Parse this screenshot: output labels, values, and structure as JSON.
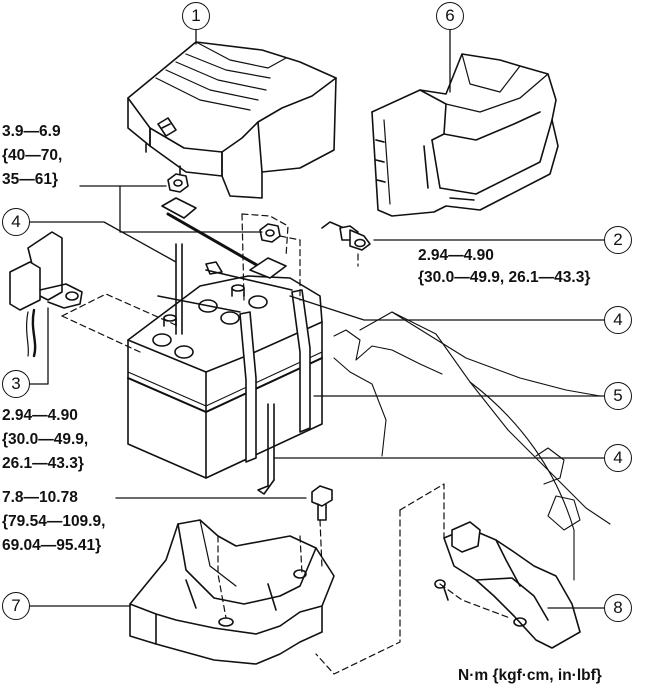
{
  "callouts": {
    "c1": "1",
    "c2": "2",
    "c3": "3",
    "c4a": "4",
    "c4b": "4",
    "c4c": "4",
    "c5": "5",
    "c6": "6",
    "c7": "7",
    "c8": "8"
  },
  "torque": {
    "nut_top": [
      "3.9—6.9",
      "{40—70,",
      "35—61}"
    ],
    "terminal_pos": [
      "2.94—4.90",
      "{30.0—49.9, 26.1—43.3}"
    ],
    "terminal_neg": [
      "2.94—4.90",
      "{30.0—49.9,",
      "26.1—43.3}"
    ],
    "tray_bolt": [
      "7.8—10.78",
      "{79.54—109.9,",
      "69.04—95.41}"
    ]
  },
  "units": "N·m {kgf·cm, in·lbf}"
}
